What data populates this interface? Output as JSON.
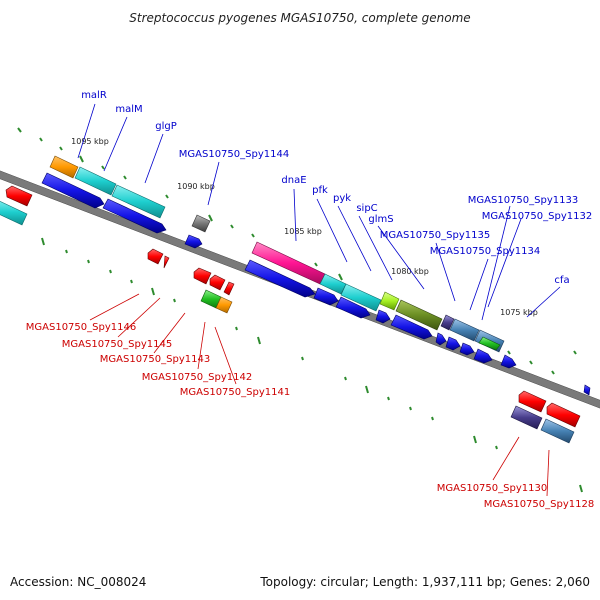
{
  "title": "Streptococcus pyogenes MGAS10750, complete genome",
  "footer": {
    "accession": "Accession: NC_008024",
    "summary": "Topology: circular; Length: 1,937,111 bp; Genes: 2,060"
  },
  "colors": {
    "forward_label": "#0000cc",
    "reverse_label": "#cc0000",
    "backbone": "#7a7a7a",
    "tick": "#2e8b2e"
  },
  "ruler_labels": [
    "1095 kbp",
    "1090 kbp",
    "1085 kbp",
    "1080 kbp",
    "1075 kbp"
  ],
  "forward_labels": [
    "malR",
    "malM",
    "glgP",
    "MGAS10750_Spy1144",
    "dnaE",
    "pfk",
    "pyk",
    "sipC",
    "glmS",
    "MGAS10750_Spy1135",
    "MGAS10750_Spy1134",
    "MGAS10750_Spy1133",
    "MGAS10750_Spy1132",
    "cfa"
  ],
  "reverse_labels": [
    "MGAS10750_Spy1146",
    "MGAS10750_Spy1145",
    "MGAS10750_Spy1143",
    "MGAS10750_Spy1142",
    "MGAS10750_Spy1141",
    "MGAS10750_Spy1130",
    "MGAS10750_Spy1128"
  ]
}
